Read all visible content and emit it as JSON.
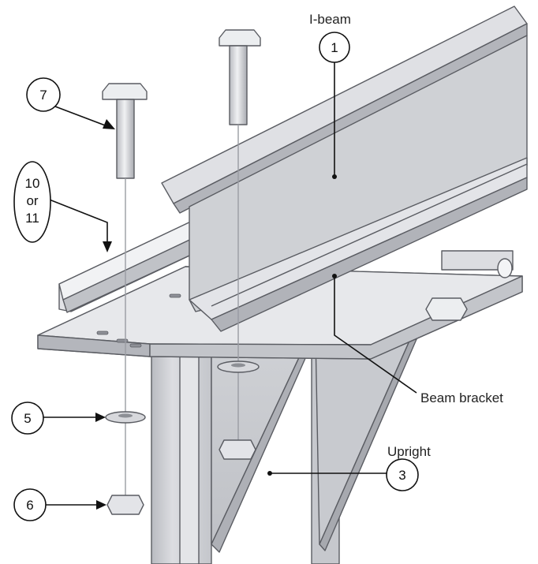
{
  "labels": {
    "ibeam": "I-beam",
    "beam_bracket": "Beam bracket",
    "upright": "Upright"
  },
  "callouts": {
    "c1": "1",
    "c3": "3",
    "c5": "5",
    "c6": "6",
    "c7": "7",
    "c10_line1": "10",
    "c10_line2": "or",
    "c10_line3": "11"
  },
  "colors": {
    "steel_light": "#e6e7ea",
    "steel_mid": "#c9cbd0",
    "steel_dark": "#9a9ca3",
    "line": "#111111"
  }
}
